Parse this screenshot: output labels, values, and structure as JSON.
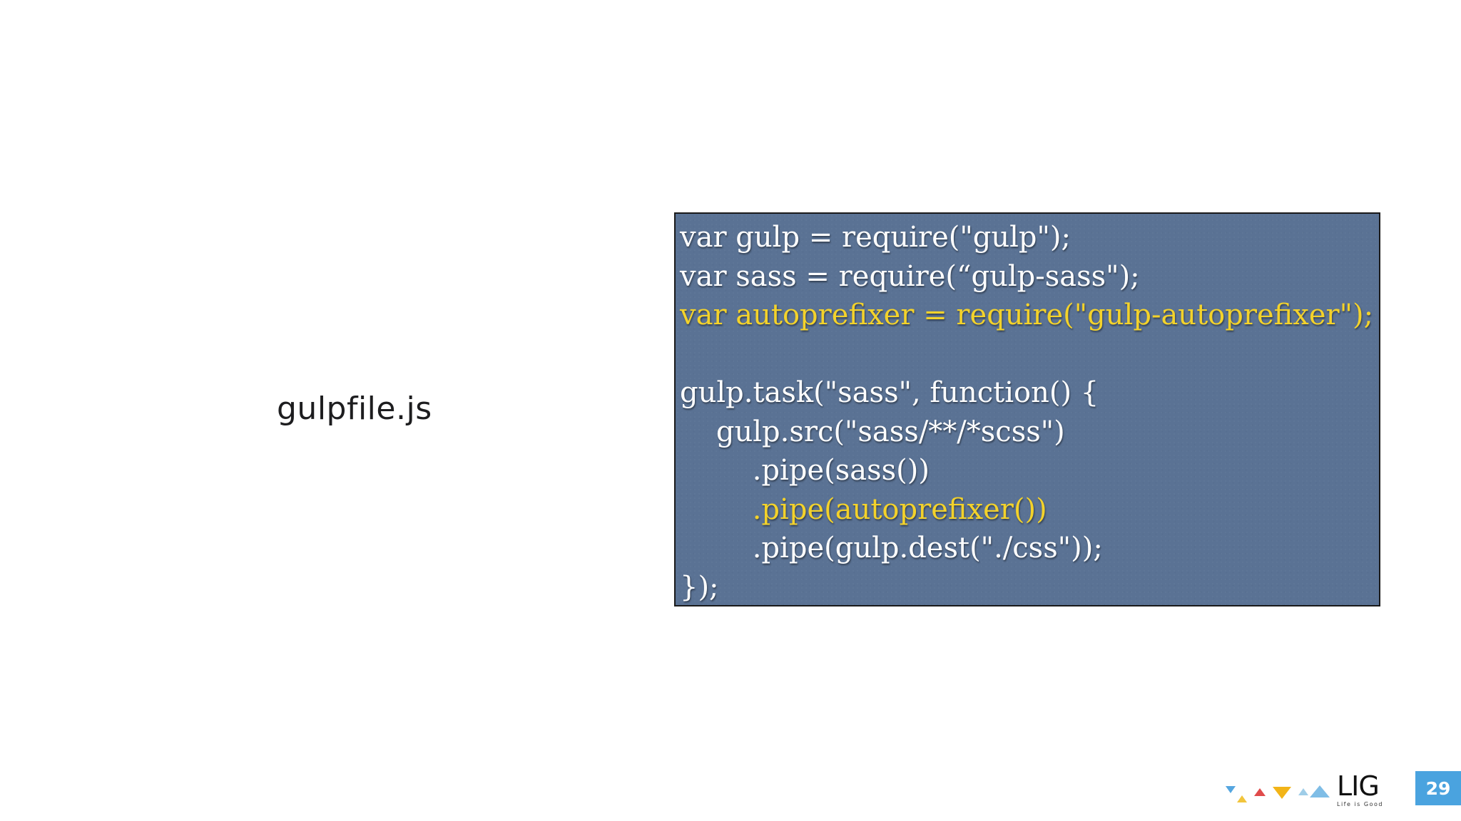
{
  "slide": {
    "label": "gulpfile.js",
    "page_number": "29"
  },
  "code": {
    "lines": [
      {
        "text": "var gulp = require(\"gulp\");",
        "highlight": false
      },
      {
        "text": "var sass = require(“gulp-sass\");",
        "highlight": false
      },
      {
        "text": "var autoprefixer = require(\"gulp-autoprefixer\");",
        "highlight": true
      },
      {
        "text": "",
        "highlight": false
      },
      {
        "text": "gulp.task(\"sass\", function() {",
        "highlight": false
      },
      {
        "text": "    gulp.src(\"sass/**/*scss\")",
        "highlight": false
      },
      {
        "text": "        .pipe(sass())",
        "highlight": false
      },
      {
        "text": "        .pipe(autoprefixer())",
        "highlight": true
      },
      {
        "text": "        .pipe(gulp.dest(\"./css\"));",
        "highlight": false
      },
      {
        "text": "});",
        "highlight": false
      }
    ],
    "colors": {
      "background": "#5a7294",
      "text": "#ffffff",
      "highlight": "#f3d22b"
    }
  },
  "footer": {
    "logo_text": "LIG",
    "logo_tagline": "Life is Good",
    "badge_color": "#4aa3df"
  }
}
